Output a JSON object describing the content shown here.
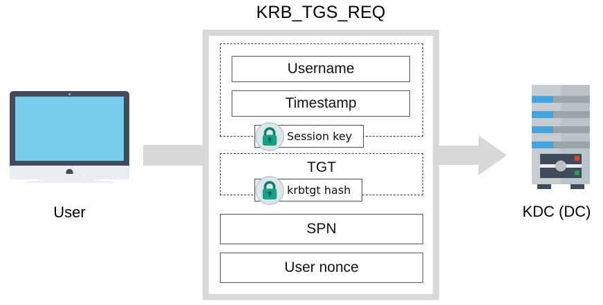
{
  "diagram": {
    "title": "KRB_TGS_REQ",
    "type": "kerberos-tgs-request-packet"
  },
  "nodes": {
    "user": {
      "label": "User",
      "icon": "desktop-monitor-icon",
      "colors": {
        "bezel": "#434a5c",
        "screen": "#79cbea",
        "chin": "#e9ecf1",
        "stand": "#e9ecf1",
        "dot": "#434a5c"
      }
    },
    "kdc": {
      "label": "KDC (DC)",
      "icon": "server-tower-icon",
      "colors": {
        "body_light": "#c7ccd1",
        "body_dark": "#b5bcc2",
        "bar_blue": "#42a5dd",
        "bar_gray": "#9aa5a9",
        "bay": "#3f4a5a",
        "knob": "#b9bfc4",
        "led_red": "#e8452c",
        "led_green": "#22a05a",
        "foot": "#3f4a5a"
      }
    }
  },
  "connectors": {
    "left": {
      "name": "user-to-packet-band",
      "shape": "bar",
      "color": "#d8d8d8"
    },
    "right": {
      "name": "packet-to-kdc-arrow",
      "shape": "arrow-right",
      "color": "#d8d8d8"
    }
  },
  "packet": {
    "container_border_color": "#d9d9d9",
    "groups": [
      {
        "name": "authenticator-group",
        "style": "dashed",
        "fields": [
          "Username",
          "Timestamp"
        ],
        "encrypted_with": "Session key"
      },
      {
        "name": "tgt-group",
        "style": "dashed",
        "fields": [
          "TGT"
        ],
        "encrypted_with": "krbtgt hash"
      }
    ],
    "fields": {
      "username": "Username",
      "timestamp": "Timestamp",
      "tgt": "TGT",
      "spn": "SPN",
      "nonce": "User nonce"
    },
    "keys": {
      "session": "Session key",
      "krbtgt": "krbtgt hash"
    },
    "lock_colors": {
      "circle_fill": "#dbe5ea",
      "circle_ring": "#b9c4ca",
      "body": "#16a085",
      "shackle": "#0f7c66",
      "keyhole": "#0b5e4d"
    }
  }
}
